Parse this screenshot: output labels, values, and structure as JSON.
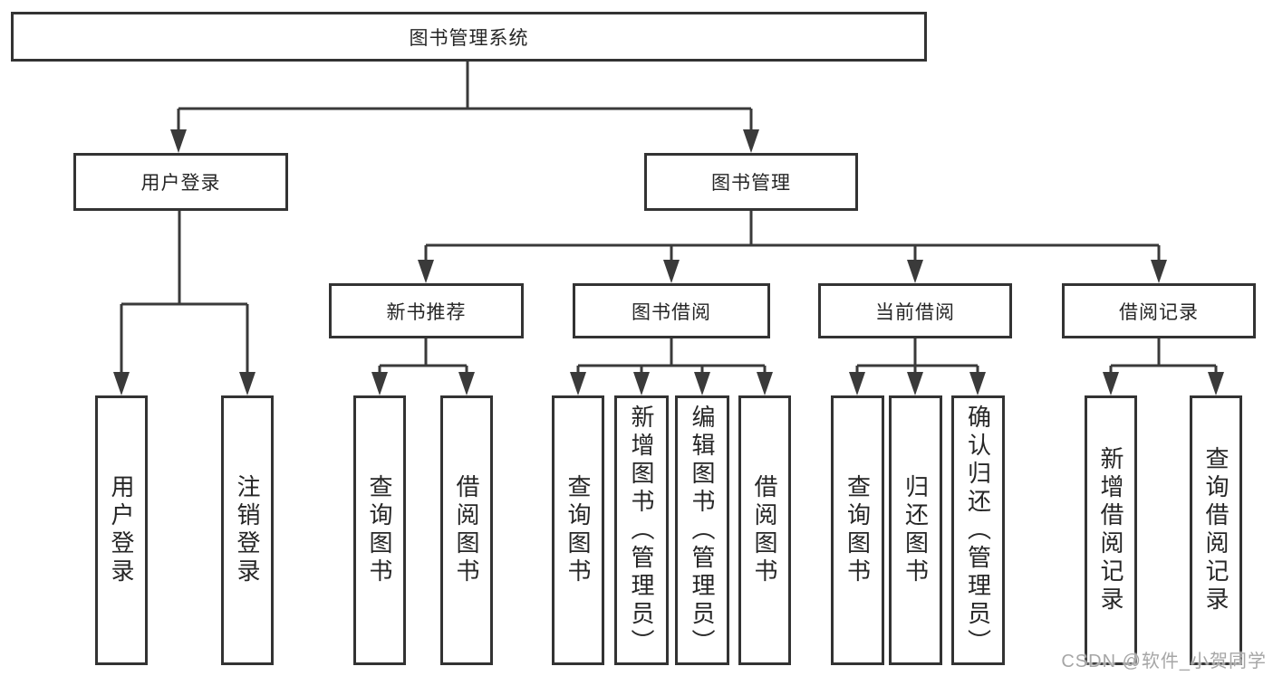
{
  "tree": {
    "label": "图书管理系统",
    "children": [
      {
        "label": "用户登录",
        "children": [
          {
            "label": "用户登录"
          },
          {
            "label": "注销登录"
          }
        ]
      },
      {
        "label": "图书管理",
        "children": [
          {
            "label": "新书推荐",
            "children": [
              {
                "label": "查询图书"
              },
              {
                "label": "借阅图书"
              }
            ]
          },
          {
            "label": "图书借阅",
            "children": [
              {
                "label": "查询图书"
              },
              {
                "label": "新增图书（管理员）"
              },
              {
                "label": "编辑图书（管理员）"
              },
              {
                "label": "借阅图书"
              }
            ]
          },
          {
            "label": "当前借阅",
            "children": [
              {
                "label": "查询图书"
              },
              {
                "label": "归还图书"
              },
              {
                "label": "确认归还（管理员）"
              }
            ]
          },
          {
            "label": "借阅记录",
            "children": [
              {
                "label": "新增借阅记录"
              },
              {
                "label": "查询借阅记录"
              }
            ]
          }
        ]
      }
    ]
  },
  "watermark": {
    "text": "CSDN @软件_小贺同学"
  },
  "colors": {
    "background": "#ffffff",
    "line": "#3a3a3a",
    "box_border": "#333333",
    "text": "#262626",
    "watermark": "#a6a6a6"
  }
}
